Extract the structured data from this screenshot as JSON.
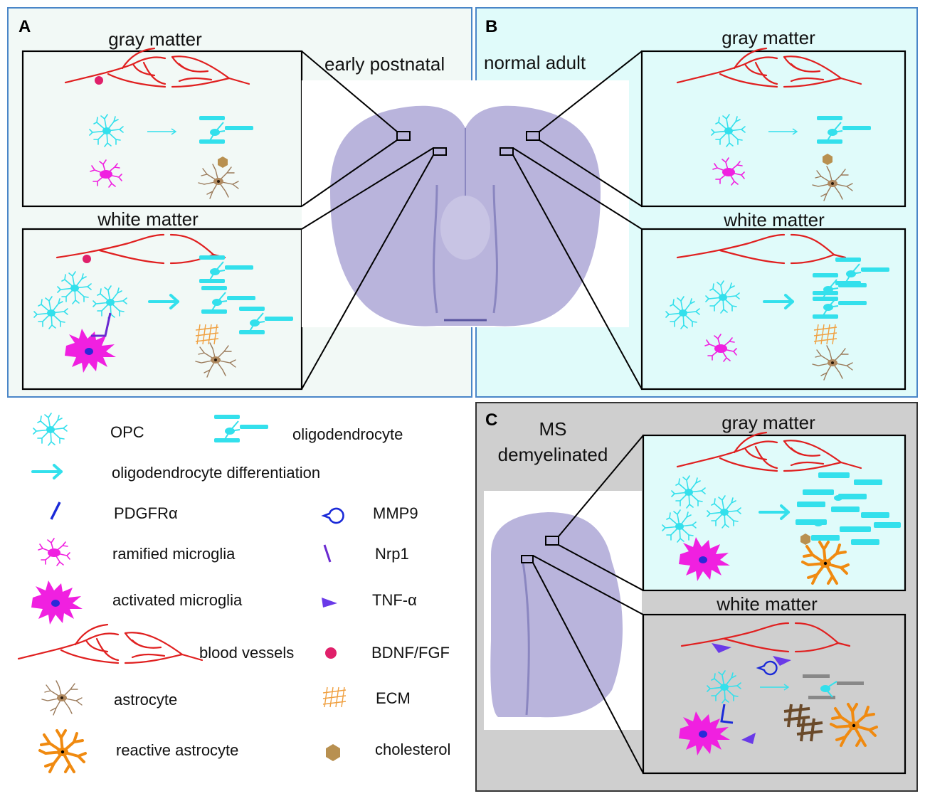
{
  "panels": {
    "a": {
      "letter": "A",
      "condition": "early postnatal",
      "gray_title": "gray matter",
      "white_title": "white matter"
    },
    "b": {
      "letter": "B",
      "condition": "normal adult",
      "gray_title": "gray matter",
      "white_title": "white matter"
    },
    "c": {
      "letter": "C",
      "condition_line1": "MS",
      "condition_line2": "demyelinated",
      "gray_title": "gray matter",
      "white_title": "white matter"
    }
  },
  "legend": {
    "opc": "OPC",
    "oligodendrocyte": "oligodendrocyte",
    "differentiation": "oligodendrocyte differentiation",
    "pdgfra": "PDGFRα",
    "mmp9": "MMP9",
    "ramified": "ramified microglia",
    "nrp1": "Nrp1",
    "activated": "activated microglia",
    "tnfa": "TNF-α",
    "vessels": "blood vessels",
    "bdnf": "BDNF/FGF",
    "astrocyte": "astrocyte",
    "ecm": "ECM",
    "reactive": "reactive astrocyte",
    "cholesterol": "cholesterol"
  },
  "colors": {
    "opc_cyan": "#33e0ec",
    "microglia_magenta": "#f020e0",
    "vessel_red": "#e02020",
    "factor_pink": "#e0206a",
    "receptor_blue": "#1a2ad8",
    "nrp1_purple": "#6a2ad0",
    "tnf_violet": "#6a3ae8",
    "astro_brown": "#9a7a5a",
    "reactive_orange": "#f08a10",
    "ecm_orange": "#f0a040",
    "ecm_dark": "#6a4a2a",
    "cholesterol_tan": "#b89050",
    "myelin_gray": "#888888",
    "panel_a_bg": "#f2f9f6",
    "panel_b_bg": "#e0fbfa",
    "panel_c_bg": "#cfcfcf",
    "panel_border": "#4a86c8",
    "brain_purple": "#b9b4dc"
  }
}
